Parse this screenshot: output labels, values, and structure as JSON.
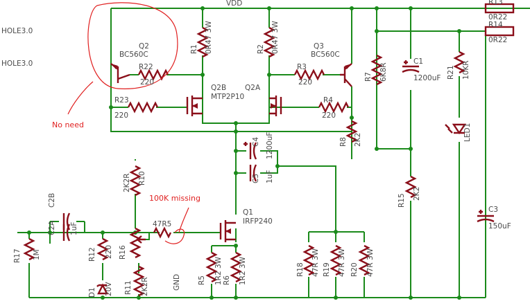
{
  "colors": {
    "wire": "#1a8a1a",
    "component": "#8b0f1a",
    "label": "#4a4a4a",
    "annotation": "#e02020",
    "background": "#ffffff"
  },
  "nets": {
    "vdd": "VDD",
    "gnd": "GND"
  },
  "markers": {
    "hole1": "HOLE3.0",
    "hole2": "HOLE3.0"
  },
  "annotations": {
    "no_need": "No need",
    "missing": "100K missing"
  },
  "components": {
    "r1": {
      "name": "R1",
      "value": "0R47 3W"
    },
    "r2": {
      "name": "R2",
      "value": "0R47 3W"
    },
    "r3": {
      "name": "R3",
      "value": "220"
    },
    "r4": {
      "name": "R4",
      "value": "220"
    },
    "r5": {
      "name": "R5",
      "value": "1R2 3W"
    },
    "r6": {
      "name": "R6",
      "value": "1R2 3W"
    },
    "r7": {
      "name": "R7",
      "value": "6K8R"
    },
    "r8": {
      "name": "R8",
      "value": "2K2"
    },
    "r10": {
      "name": "R10",
      "value": "2K2R"
    },
    "r11": {
      "name": "R11",
      "value": "2K2R"
    },
    "r12": {
      "name": "R12",
      "value": "220"
    },
    "r13": {
      "name": "R13",
      "value": "0R22"
    },
    "r14": {
      "name": "R14",
      "value": "0R22"
    },
    "r15": {
      "name": "R15",
      "value": "2K2"
    },
    "r16": {
      "name": "R16",
      "value": ""
    },
    "r17": {
      "name": "R17",
      "value": "1M"
    },
    "r18": {
      "name": "R18",
      "value": "47R 3W"
    },
    "r19": {
      "name": "R19",
      "value": "47R 3W"
    },
    "r20": {
      "name": "R20",
      "value": "47R 3W"
    },
    "r21": {
      "name": "R21",
      "value": "10KR"
    },
    "r22": {
      "name": "R22",
      "value": "220"
    },
    "r23": {
      "name": "R23",
      "value": "220"
    },
    "r_47r5": {
      "name": "47R5",
      "value": ""
    },
    "c1": {
      "name": "C1",
      "value": "1200uF"
    },
    "c2a": {
      "name": "C2A",
      "value": "1uF"
    },
    "c2b": {
      "name": "C2B",
      "value": ""
    },
    "c3": {
      "name": "C3",
      "value": "150uF"
    },
    "c4": {
      "name": "C4",
      "value": "1200uF"
    },
    "c5": {
      "name": "C5",
      "value": "1uF"
    },
    "q1": {
      "name": "Q1",
      "value": "IRFP240"
    },
    "q2": {
      "name": "Q2",
      "value": "BC560C"
    },
    "q3": {
      "name": "Q3",
      "value": "BC560C"
    },
    "q2a": {
      "name": "Q2A",
      "value": ""
    },
    "q2b": {
      "name": "Q2B",
      "value": "MTP2P10"
    },
    "d1": {
      "name": "D1",
      "value": "20V"
    },
    "led1": {
      "name": "LED1",
      "value": ""
    }
  }
}
